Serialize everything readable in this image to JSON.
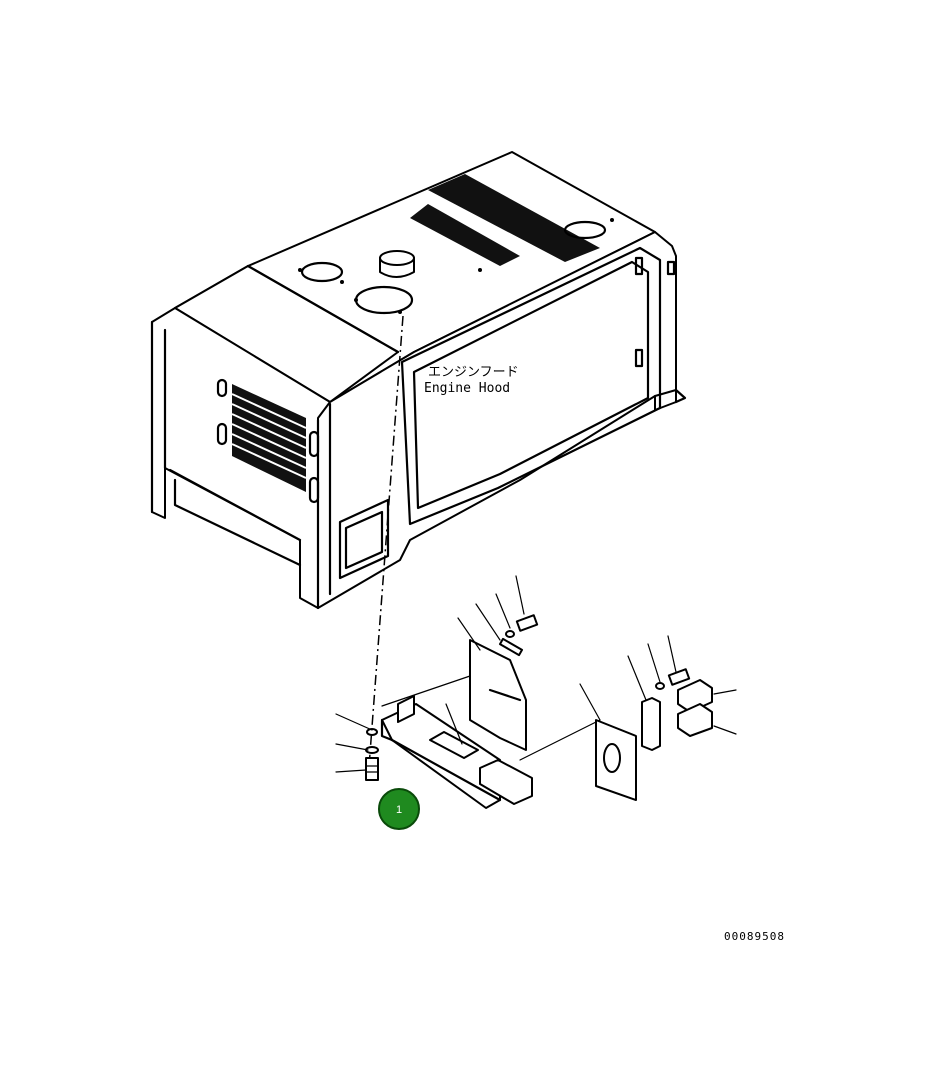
{
  "labels": {
    "part_name_jp": "エンジンフード",
    "part_name_en": "Engine Hood"
  },
  "callout": {
    "number": "1",
    "color": "#1f8a1f"
  },
  "drawing_code": "00089508"
}
